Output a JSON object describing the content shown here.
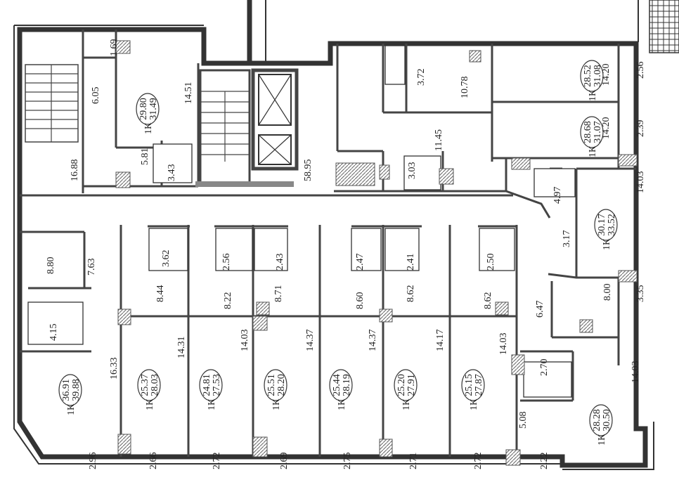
{
  "rooms": [
    {
      "id": "r1",
      "a": "29.80",
      "b": "31.49",
      "t": "1К"
    },
    {
      "id": "r2",
      "a": "28.52",
      "b": "31.08",
      "t": "1К"
    },
    {
      "id": "r3",
      "a": "28.68",
      "b": "31.07",
      "t": "1К"
    },
    {
      "id": "r4",
      "a": "30.17",
      "b": "33.52",
      "t": "1К"
    },
    {
      "id": "r5",
      "a": "36.91",
      "b": "39.88",
      "t": "1К"
    },
    {
      "id": "r6",
      "a": "25.37",
      "b": "28.03",
      "t": "1К"
    },
    {
      "id": "r7",
      "a": "24.81",
      "b": "27.53",
      "t": "1К"
    },
    {
      "id": "r8",
      "a": "25.51",
      "b": "28.20",
      "t": "1К"
    },
    {
      "id": "r9",
      "a": "25.44",
      "b": "28.19",
      "t": "1К"
    },
    {
      "id": "r10",
      "a": "25.20",
      "b": "27.91",
      "t": "1К"
    },
    {
      "id": "r11",
      "a": "25.15",
      "b": "27.87",
      "t": "1К"
    },
    {
      "id": "r12",
      "a": "28.28",
      "b": "30.50",
      "t": "1К"
    }
  ],
  "dims": [
    "1.69",
    "6.05",
    "14.51",
    "16.88",
    "5.81",
    "3.43",
    "58.95",
    "3.72",
    "10.78",
    "11.45",
    "3.03",
    "14.20",
    "2.56",
    "14.20",
    "2.39",
    "14.03",
    "4.97",
    "3.17",
    "8.00",
    "3.35",
    "6.47",
    "8.80",
    "7.63",
    "4.15",
    "16.33",
    "3.62",
    "8.44",
    "14.31",
    "2.56",
    "2.43",
    "8.22",
    "8.71",
    "14.03",
    "14.37",
    "2.47",
    "2.41",
    "8.60",
    "8.62",
    "14.37",
    "14.17",
    "2.50",
    "8.62",
    "14.03",
    "2.70",
    "5.08",
    "14.03",
    "2.96",
    "2.66",
    "2.72",
    "2.69",
    "2.75",
    "2.71",
    "2.72",
    "2.22"
  ]
}
